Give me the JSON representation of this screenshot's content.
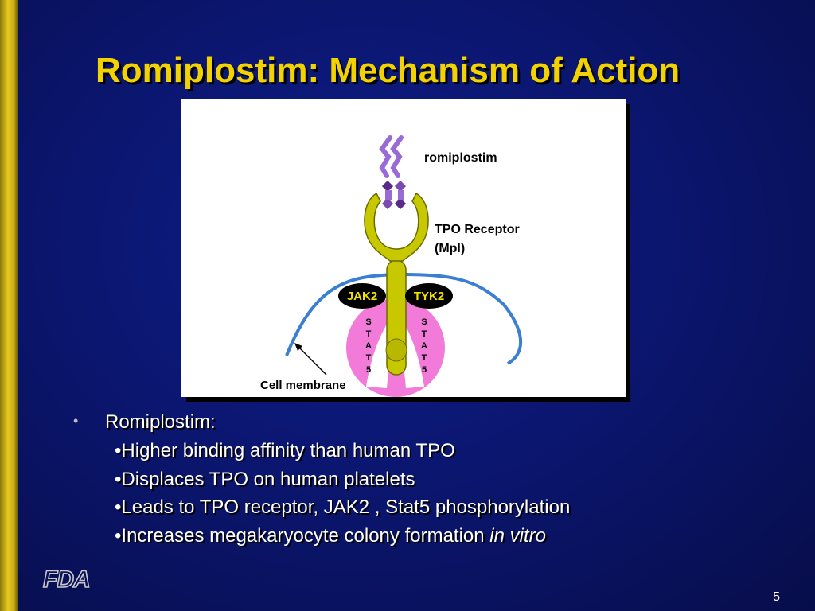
{
  "slide": {
    "title": "Romiplostim: Mechanism of Action",
    "page_number": "5",
    "logo_text": "FDA"
  },
  "diagram": {
    "labels": {
      "romiplostim": "romiplostim",
      "receptor_line1": "TPO Receptor",
      "receptor_line2": "(Mpl)",
      "jak2": "JAK2",
      "tyk2": "TYK2",
      "stat5_left": [
        "S",
        "T",
        "A",
        "T",
        "5"
      ],
      "stat5_right": [
        "S",
        "T",
        "A",
        "T",
        "5"
      ],
      "membrane": "Cell membrane"
    },
    "colors": {
      "receptor": "#c8c800",
      "peptide": "#9a6bd6",
      "membrane": "#3a7fd0",
      "stat5": "#f27ad8",
      "kinase": "#000000"
    }
  },
  "bullets": {
    "marker": "•",
    "heading": "Romiplostim:",
    "items": [
      {
        "text": "•Higher binding affinity than human TPO"
      },
      {
        "text": "•Displaces TPO on human platelets"
      },
      {
        "text": "•Leads to TPO receptor, JAK2 , Stat5 phosphorylation"
      },
      {
        "text": "•Increases megakaryocyte colony formation ",
        "italic": "in vitro"
      }
    ]
  }
}
